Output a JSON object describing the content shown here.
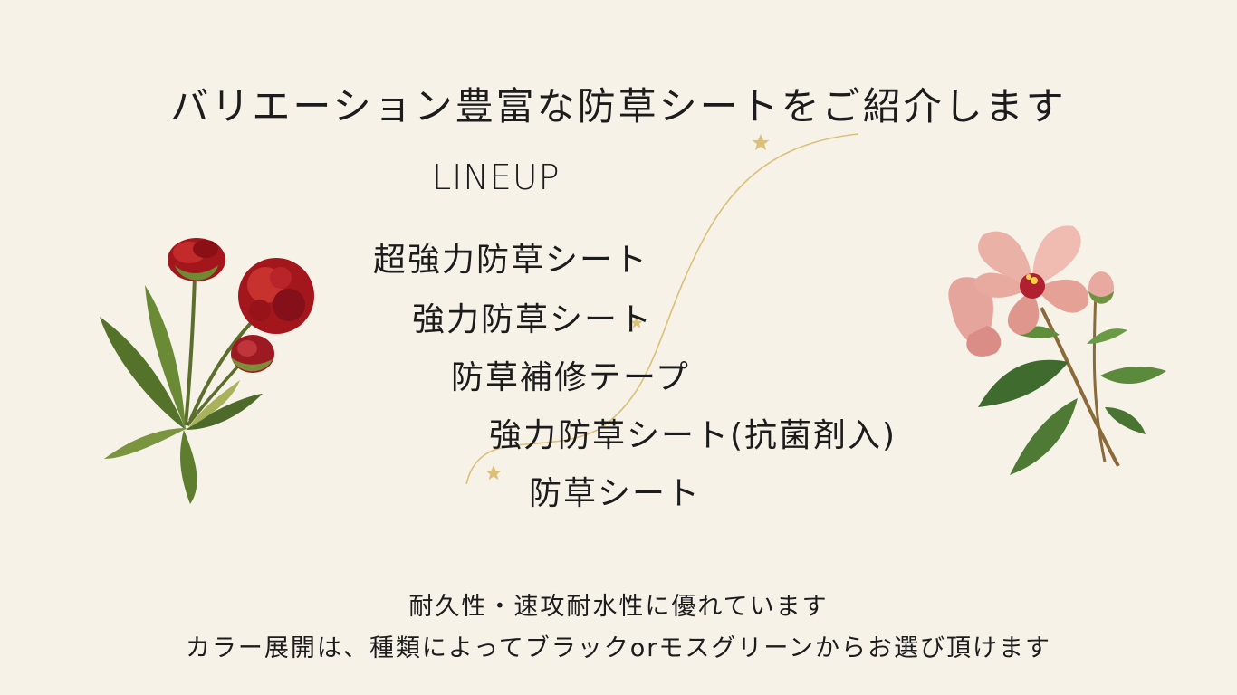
{
  "title": "バリエーション豊富な防草シートをご紹介します",
  "lineup_heading": "LINEUP",
  "products": [
    "超強力防草シート",
    "強力防草シート",
    "防草補修テープ",
    "強力防草シート(抗菌剤入)",
    "防草シート"
  ],
  "footer": {
    "line1": "耐久性・速攻耐水性に優れています",
    "line2": "カラー展開は、種類によってブラックorモスグリーンからお選び頂けます"
  },
  "colors": {
    "background": "#f6f2e8",
    "text": "#1c1c1c",
    "accent_gold": "#dcc07a",
    "flower_red": "#a3161c",
    "flower_pink": "#e9a79c",
    "leaf_green": "#4d6a2a"
  },
  "decorations": [
    "curved-gold-line",
    "star-icon",
    "red-carnation-illustration",
    "pink-hibiscus-illustration"
  ]
}
